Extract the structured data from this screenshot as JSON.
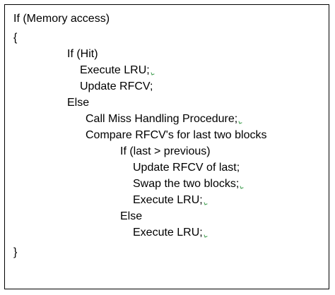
{
  "code": {
    "lines": [
      "If (Memory access)",
      "{",
      "If (Hit)",
      "Execute LRU;",
      "Update RFCV;",
      "Else",
      "Call Miss Handling Procedure;",
      "Compare RFCV's for last two blocks",
      "If (last > previous)",
      "Update RFCV of last;",
      "Swap the two blocks;",
      "Execute LRU;",
      "Else",
      "Execute LRU;",
      "}"
    ]
  },
  "colors": {
    "border": "#000000",
    "text": "#000000",
    "mark": "#3a9a4a"
  }
}
